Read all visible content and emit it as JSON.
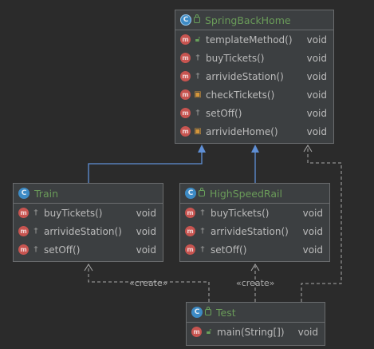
{
  "classes": {
    "spring": {
      "name": "SpringBackHome",
      "methods": [
        {
          "name": "templateMethod()",
          "type": "void",
          "vis": "public"
        },
        {
          "name": "buyTickets()",
          "type": "void",
          "vis": "protected"
        },
        {
          "name": "arrivideStation()",
          "type": "void",
          "vis": "protected"
        },
        {
          "name": "checkTickets()",
          "type": "void",
          "vis": "private"
        },
        {
          "name": "setOff()",
          "type": "void",
          "vis": "protected"
        },
        {
          "name": "arrivideHome()",
          "type": "void",
          "vis": "private"
        }
      ]
    },
    "train": {
      "name": "Train",
      "methods": [
        {
          "name": "buyTickets()",
          "type": "void",
          "vis": "protected"
        },
        {
          "name": "arrivideStation()",
          "type": "void",
          "vis": "protected"
        },
        {
          "name": "setOff()",
          "type": "void",
          "vis": "protected"
        }
      ]
    },
    "rail": {
      "name": "HighSpeedRail",
      "methods": [
        {
          "name": "buyTickets()",
          "type": "void",
          "vis": "protected"
        },
        {
          "name": "arrivideStation()",
          "type": "void",
          "vis": "protected"
        },
        {
          "name": "setOff()",
          "type": "void",
          "vis": "protected"
        }
      ]
    },
    "test": {
      "name": "Test",
      "methods": [
        {
          "name": "main(String[])",
          "type": "void",
          "vis": "public"
        }
      ]
    }
  },
  "edges": {
    "create_label_1": "«create»",
    "create_label_2": "«create»"
  },
  "colors": {
    "inheritance": "#5f8fd5",
    "dependency": "#a9a9a9",
    "class_name": "#6a9b59",
    "class_icon": "#3d8bc5",
    "method_icon": "#c75450"
  },
  "icons": {
    "class": "class-c-icon",
    "method": "method-m-icon",
    "protected": "key-icon",
    "private": "lock-icon",
    "public": "unlock-icon"
  }
}
